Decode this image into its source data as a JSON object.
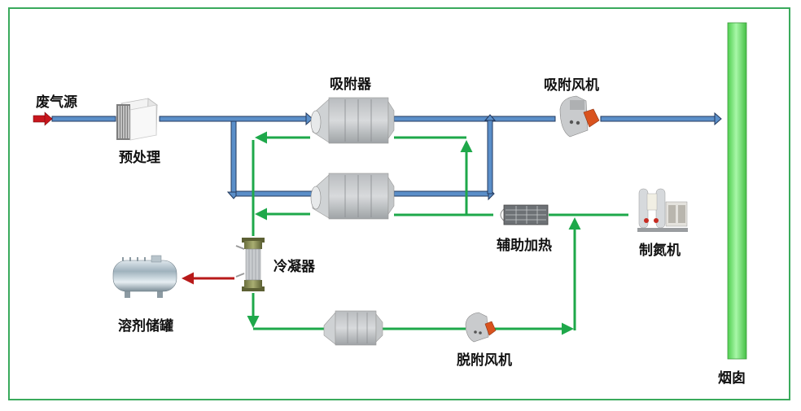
{
  "title": "活性炭吸附脱附冷凝回收工艺流程",
  "labels": {
    "waste_gas_source": "废气源",
    "pretreatment": "预处理",
    "adsorber": "吸附器",
    "adsorption_fan": "吸附风机",
    "auxiliary_heating": "辅助加热",
    "nitrogen_generator": "制氮机",
    "condenser": "冷凝器",
    "solvent_tank": "溶剂储罐",
    "desorption_fan": "脱附风机",
    "chimney": "烟囱"
  },
  "colors": {
    "frame": "#3aaa5c",
    "exhaust_pipe": "#5b8fc9",
    "exhaust_pipe_edge": "#23395d",
    "desorption_line": "#1ea84a",
    "solvent_line": "#b81a1a",
    "inlet_arrow": "#c8161d",
    "chimney": "#7ee87e"
  },
  "flows": [
    {
      "from": "waste_gas_source",
      "to": "pretreatment",
      "medium": "exhaust"
    },
    {
      "from": "pretreatment",
      "to": "adsorber",
      "medium": "exhaust"
    },
    {
      "from": "adsorber",
      "to": "adsorption_fan",
      "medium": "exhaust"
    },
    {
      "from": "adsorption_fan",
      "to": "chimney",
      "medium": "exhaust"
    },
    {
      "from": "nitrogen_generator",
      "to": "auxiliary_heating",
      "medium": "desorption"
    },
    {
      "from": "auxiliary_heating",
      "to": "adsorber",
      "medium": "desorption"
    },
    {
      "from": "adsorber",
      "to": "condenser",
      "medium": "desorption"
    },
    {
      "from": "condenser",
      "to": "solvent_tank",
      "medium": "solvent"
    },
    {
      "from": "condenser",
      "to": "adsorber_3",
      "medium": "desorption"
    },
    {
      "from": "adsorber_3",
      "to": "desorption_fan",
      "medium": "desorption"
    },
    {
      "from": "desorption_fan",
      "to": "auxiliary_heating",
      "medium": "desorption"
    }
  ]
}
